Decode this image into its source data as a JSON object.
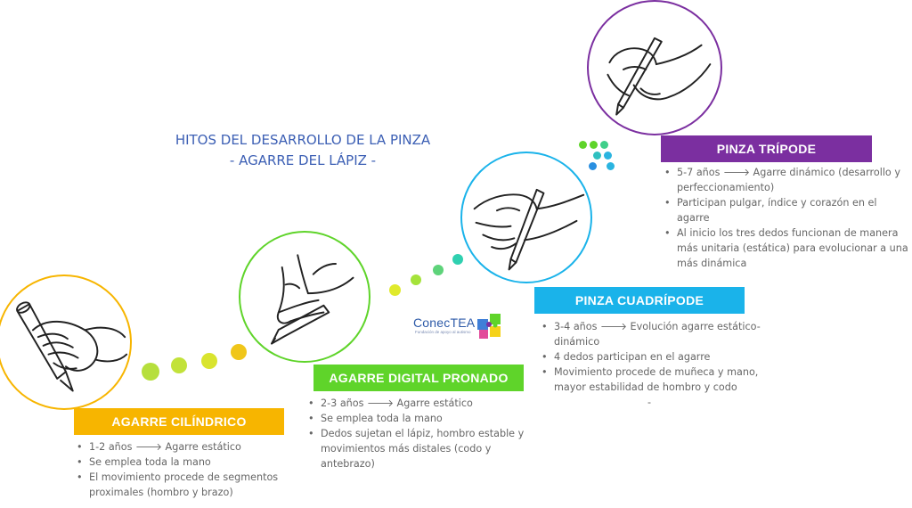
{
  "title": {
    "line1": "HITOS DEL DESARROLLO DE LA PINZA",
    "line2": "- AGARRE DEL LÁPIZ -"
  },
  "logo": {
    "name": "ConecTEA",
    "tagline": "Fundación de apoyo al autismo"
  },
  "stages": [
    {
      "label": "AGARRE CILÍNDRICO",
      "color": "#f7b500",
      "bullets": [
        "1-2 años 🡒 Agarre estático",
        "Se emplea toda la mano",
        "El movimiento procede de segmentos proximales (hombro y brazo)"
      ]
    },
    {
      "label": "AGARRE DIGITAL PRONADO",
      "color": "#5fd42a",
      "bullets": [
        "2-3 años 🡒 Agarre estático",
        "Se emplea toda la mano",
        "Dedos sujetan el lápiz, hombro estable y movimientos más distales (codo y antebrazo)"
      ]
    },
    {
      "label": "PINZA CUADRÍPODE",
      "color": "#1ab3ea",
      "bullets": [
        "3-4 años 🡒 Evolución agarre estático-dinámico",
        "4 dedos participan en el agarre",
        "Movimiento procede de muñeca y mano, mayor estabilidad de hombro y codo"
      ],
      "trailing": "-"
    },
    {
      "label": "PINZA TRÍPODE",
      "color": "#7b2fa0",
      "bullets": [
        "5-7 años 🡒 Agarre dinámico (desarrollo y perfeccionamiento)",
        "Participan pulgar, índice y corazón en el agarre",
        "Al inicio los tres dedos funcionan de manera más unitaria (estática) para evolucionar a una más dinámica"
      ]
    }
  ]
}
